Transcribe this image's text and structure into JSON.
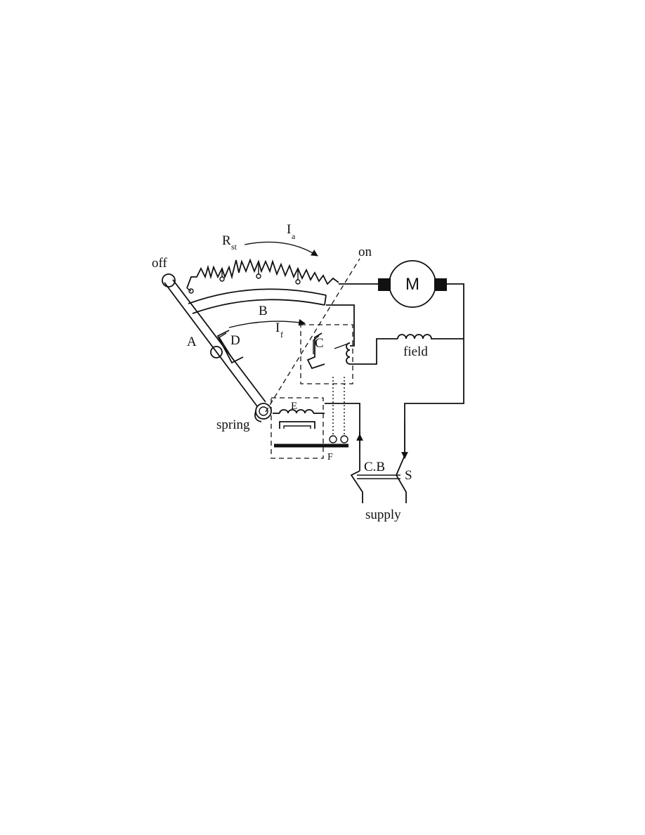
{
  "labels": {
    "off": "off",
    "on": "on",
    "rst_main": "R",
    "rst_sub": "st",
    "ia_main": "I",
    "ia_sub": "a",
    "if_main": "I",
    "if_sub": "f",
    "motor": "M",
    "field": "field",
    "a": "A",
    "b": "B",
    "c": "C",
    "d": "D",
    "e": "E",
    "f": "F",
    "spring": "spring",
    "cb": "C.B",
    "s": "S",
    "supply": "supply"
  }
}
